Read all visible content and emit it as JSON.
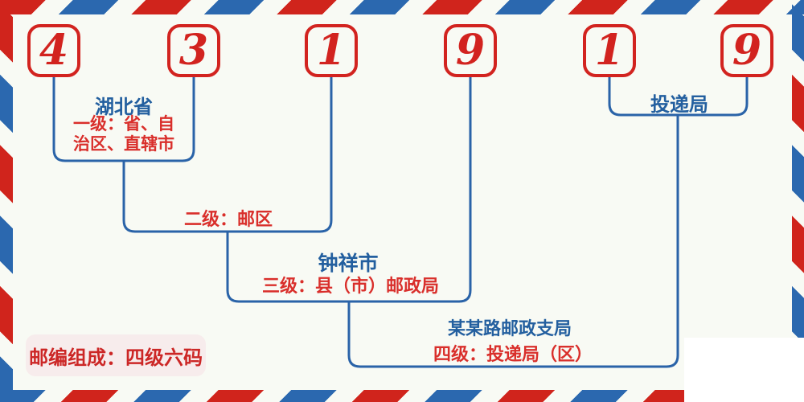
{
  "postal_code": {
    "digits": [
      "4",
      "3",
      "1",
      "9",
      "1",
      "9"
    ]
  },
  "diagram": {
    "level1": {
      "place": "湖北省",
      "desc": "一级：省、自\n治区、直辖市"
    },
    "level2": {
      "desc": "二级：邮区"
    },
    "level3": {
      "place": "钟祥市",
      "desc": "三级：县（市）邮政局"
    },
    "level4": {
      "place": "某某路邮政支局",
      "desc": "四级：投递局（区）"
    },
    "delivery": {
      "label": "投递局"
    },
    "note": "邮编组成：四级六码"
  },
  "colors": {
    "stripe_red": "#d0241c",
    "stripe_blue": "#2b68af",
    "box_red": "#d2231f",
    "line_blue": "#2a63a8",
    "text_blue": "#235f9f",
    "text_red": "#d92f2b",
    "background": "#f8faf4",
    "badge_bg": "#f7ecec",
    "patch_white": "#ffffff"
  }
}
